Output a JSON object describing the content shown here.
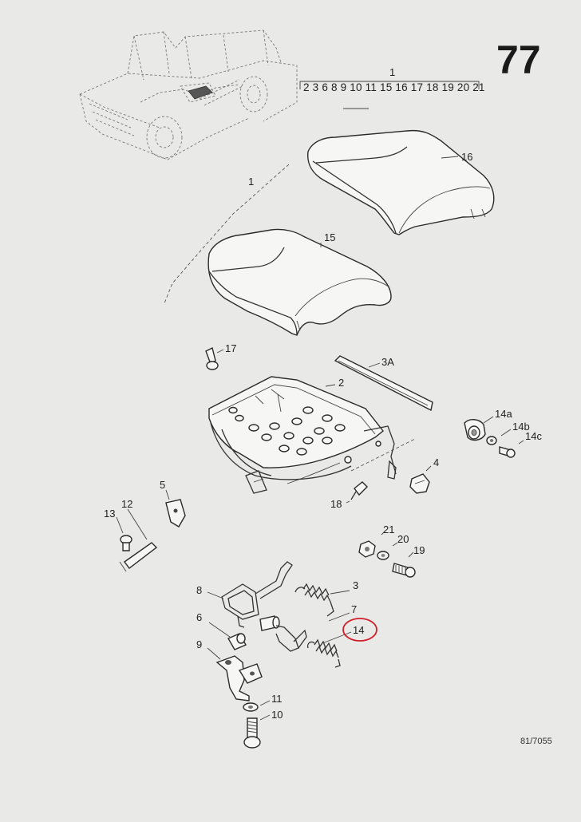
{
  "page": {
    "number": "77",
    "drawing_ref": "81/7055",
    "assembly_label": "1",
    "assembly_subparts": "2 3 6 8 9 10 11 15 16 17 18 19 20 21"
  },
  "callouts": {
    "p1": "1",
    "p16": "16",
    "p15": "15",
    "p17": "17",
    "p3A": "3A",
    "p2": "2",
    "p14a": "14a",
    "p14b": "14b",
    "p14c": "14c",
    "p4": "4",
    "p5": "5",
    "p12": "12",
    "p13": "13",
    "p18": "18",
    "p21": "21",
    "p20": "20",
    "p19": "19",
    "p8": "8",
    "p3": "3",
    "p7": "7",
    "p14": "14",
    "p6": "6",
    "p9": "9",
    "p11": "11",
    "p10": "10"
  },
  "highlight": {
    "color": "#d11f2a",
    "target": "14"
  }
}
